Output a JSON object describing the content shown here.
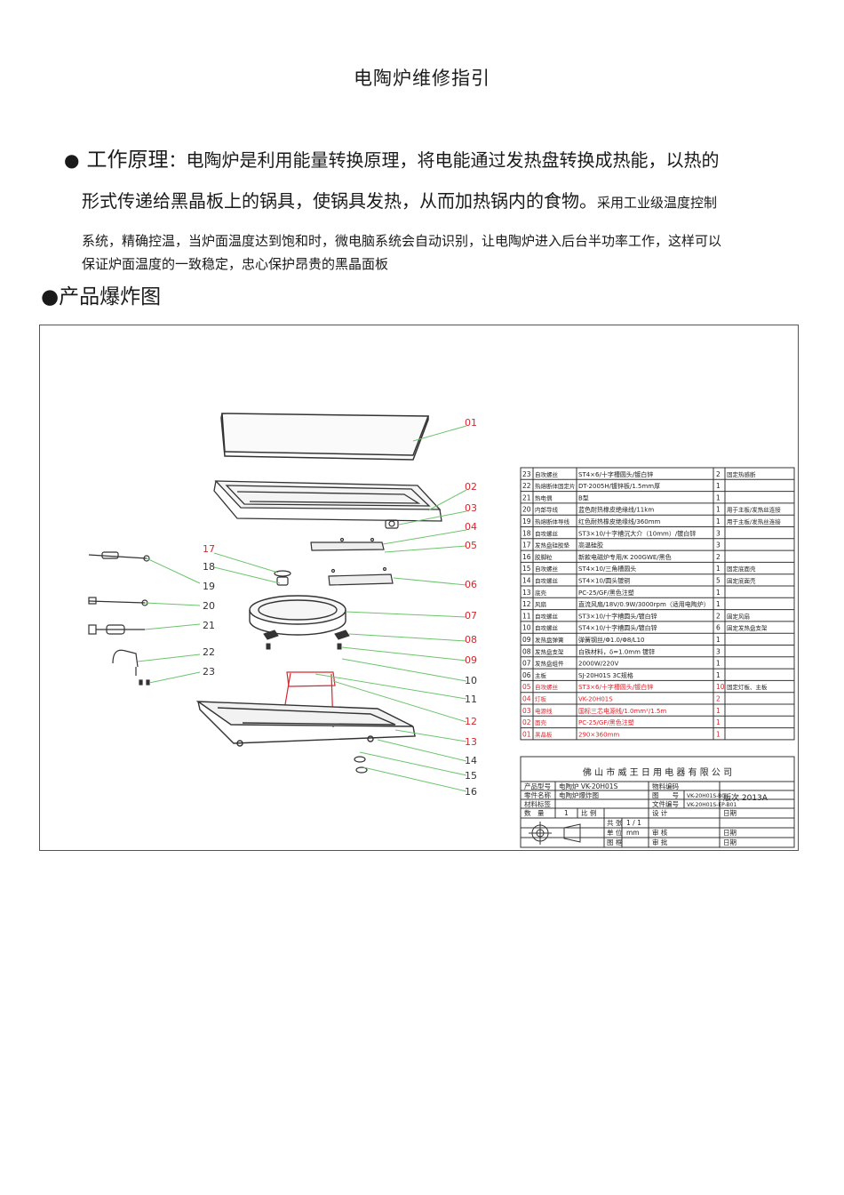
{
  "doc": {
    "title": "电陶炉维修指引",
    "section1_bullet": "●",
    "section1_heading": "工作原理",
    "section1_line1": "：电陶炉是利用能量转换原理，将电能通过发热盘转换成热能，以热的",
    "section1_line2": "形式传递给黑晶板上的锅具，使锅具发热，从而加热锅内的食物。",
    "section1_line2_small": "采用工业级温度控制",
    "section1_line3": "系统，精确控温，当炉面温度达到饱和时，微电脑系统会自动识别，让电陶炉进入后台半功率工作，这样可以",
    "section1_line4": "保证炉面温度的一致稳定，忠心保护昂贵的黑晶面板",
    "section2_heading": "●产品爆炸图"
  },
  "callouts": {
    "c01": "01",
    "c02": "02",
    "c03": "03",
    "c04": "04",
    "c05": "05",
    "c06": "06",
    "c07": "07",
    "c08": "08",
    "c09": "09",
    "c10": "10",
    "c11": "11",
    "c12": "12",
    "c13": "13",
    "c14": "14",
    "c15": "15",
    "c16": "16",
    "c17": "17",
    "c18": "18",
    "c19": "19",
    "c20": "20",
    "c21": "21",
    "c22": "22",
    "c23": "23"
  },
  "bom": [
    {
      "no": "23",
      "name": "自攻螺丝",
      "spec": "ST4×6/十字槽圆头/镀白锌",
      "qty": "2",
      "note": "固定热感断",
      "red": false
    },
    {
      "no": "22",
      "name": "热熔断体固定片",
      "spec": "DT-2005H/镀锌板/1.5mm厚",
      "qty": "1",
      "note": "",
      "red": false
    },
    {
      "no": "21",
      "name": "热电偶",
      "spec": "B型",
      "qty": "1",
      "note": "",
      "red": false
    },
    {
      "no": "20",
      "name": "内部导线",
      "spec": "蓝色耐热橡皮绝缘线/11km",
      "qty": "1",
      "note": "用于主板/发热丝连接",
      "red": false
    },
    {
      "no": "19",
      "name": "热熔断体导线",
      "spec": "红色耐热橡皮绝缘线/360mm",
      "qty": "1",
      "note": "用于主板/发热丝连接",
      "red": false
    },
    {
      "no": "18",
      "name": "自攻螺丝",
      "spec": "ST3×10/十字槽沉大介（10mm）/镀白锌",
      "qty": "3",
      "note": "",
      "red": false
    },
    {
      "no": "17",
      "name": "发热盘硅胶垫",
      "spec": "高温硅胶",
      "qty": "3",
      "note": "",
      "red": false
    },
    {
      "no": "16",
      "name": "胶脚粒",
      "spec": "新款电磁炉专用/K 200GWE/黑色",
      "qty": "2",
      "note": "",
      "red": false
    },
    {
      "no": "15",
      "name": "自攻螺丝",
      "spec": "ST4×10/三角槽圆头",
      "qty": "1",
      "note": "固定底面壳",
      "red": false
    },
    {
      "no": "14",
      "name": "自攻螺丝",
      "spec": "ST4×10/圆头镀铜",
      "qty": "5",
      "note": "固定底面壳",
      "red": false
    },
    {
      "no": "13",
      "name": "底壳",
      "spec": "PC-25/GF/黑色注塑",
      "qty": "1",
      "note": "",
      "red": false
    },
    {
      "no": "12",
      "name": "风扇",
      "spec": "直流风扇/18V/0.9W/3000rpm（适用电陶炉）",
      "qty": "1",
      "note": "",
      "red": false
    },
    {
      "no": "11",
      "name": "自攻螺丝",
      "spec": "ST3×10/十字槽圆头/镀白锌",
      "qty": "2",
      "note": "固定风扇",
      "red": false
    },
    {
      "no": "10",
      "name": "自攻螺丝",
      "spec": "ST4×10/十字槽圆头/镀白锌",
      "qty": "6",
      "note": "固定发热盘支架",
      "red": false
    },
    {
      "no": "09",
      "name": "发热盘弹簧",
      "spec": "弹簧钢丝/Φ1.0/Φ8/L10",
      "qty": "1",
      "note": "",
      "red": false
    },
    {
      "no": "08",
      "name": "发热盘支架",
      "spec": "白铁材料，δ=1.0mm 镀锌",
      "qty": "3",
      "note": "",
      "red": false
    },
    {
      "no": "07",
      "name": "发热盘组件",
      "spec": "2000W/220V",
      "qty": "1",
      "note": "",
      "red": false
    },
    {
      "no": "06",
      "name": "主板",
      "spec": "SJ-20H01S 3C规格",
      "qty": "1",
      "note": "",
      "red": false
    },
    {
      "no": "05",
      "name": "自攻螺丝",
      "spec": "ST3×6/十字槽圆头/镀白锌",
      "qty": "10",
      "note": "固定灯板、主板",
      "red": true
    },
    {
      "no": "04",
      "name": "灯板",
      "spec": "VK-20H01S",
      "qty": "2",
      "note": "",
      "red": true
    },
    {
      "no": "03",
      "name": "电源线",
      "spec": "国标三芯电源线/1.0mm²/1.5m",
      "qty": "1",
      "note": "",
      "red": true
    },
    {
      "no": "02",
      "name": "面壳",
      "spec": "PC-25/GF/黑色注塑",
      "qty": "1",
      "note": "",
      "red": true
    },
    {
      "no": "01",
      "name": "黑晶板",
      "spec": "290×360mm",
      "qty": "1",
      "note": "",
      "red": true
    }
  ],
  "title_block": {
    "company": "佛 山 市 威 王 日 用 电 器 有 限 公 司",
    "product_no_label": "产品型号",
    "product_no": "电陶炉 VK-20H01S",
    "part_name_label": "零件名称",
    "part_name": "电陶炉爆炸图",
    "material_label": "材料标签",
    "mat_no_label": "物料编码",
    "drawing_no_label": "图　　号",
    "drawing_no": "VK-20H01S-B0I",
    "version": "版次 2013A",
    "doc_no_label": "文件编号",
    "doc_no": "VK-20H01S-EP-B01",
    "qty_label": "数　量",
    "qty": "1",
    "scale_label": "比 例",
    "sheets_label": "共 张",
    "sheets": "1 / 1",
    "unit_label": "单 位",
    "unit": "mm",
    "figure_label": "图 框",
    "design_label": "设 计",
    "review_label": "审 核",
    "approve_label": "审 批",
    "date_label": "日期"
  }
}
